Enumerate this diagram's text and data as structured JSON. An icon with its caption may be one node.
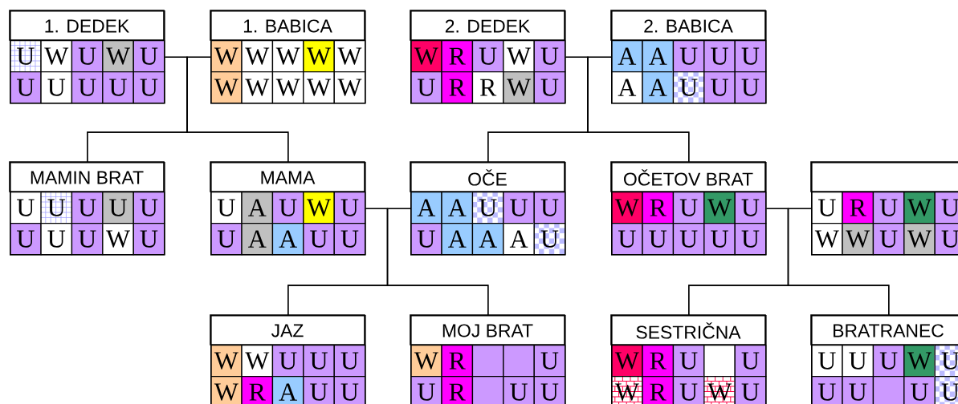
{
  "diagram": {
    "nodes": [
      {
        "text": [
          "1. DEDEK"
        ]
      },
      {
        "text": [
          "1. BABICA"
        ]
      },
      {
        "text": [
          "2. DEDEK"
        ]
      },
      {
        "text": [
          "2. BABICA"
        ]
      },
      {
        "text": [
          "MAMIN BRAT"
        ]
      },
      {
        "text": [
          "MAMA"
        ]
      },
      {
        "text": [
          "OČE"
        ]
      },
      {
        "text": [
          "OČETOV BRAT"
        ]
      },
      {
        "text": [],
        "shape": "box"
      },
      {
        "text": [
          "JAZ"
        ]
      },
      {
        "text": [
          "MOJ BRAT"
        ]
      },
      {
        "text": [
          "SESTRIČNA"
        ]
      },
      {
        "text": [
          "BRATRANEC"
        ]
      },
      {
        "text": [
          "U"
        ],
        "in": 0
      },
      {
        "text": [
          "W"
        ],
        "in": 0
      },
      {
        "text": [
          "U"
        ],
        "in": 0
      },
      {
        "text": [
          "W"
        ],
        "in": 0
      },
      {
        "text": [
          "U"
        ],
        "in": 0
      },
      {
        "text": [
          "U"
        ],
        "in": 0
      },
      {
        "text": [
          "U"
        ],
        "in": 0
      },
      {
        "text": [
          "U"
        ],
        "in": 0
      },
      {
        "text": [
          "U"
        ],
        "in": 0
      },
      {
        "text": [
          "U"
        ],
        "in": 0
      },
      {
        "text": [
          "W"
        ],
        "in": 1
      },
      {
        "text": [
          "W"
        ],
        "in": 1
      },
      {
        "text": [
          "W"
        ],
        "in": 1
      },
      {
        "text": [
          "W"
        ],
        "in": 1
      },
      {
        "text": [
          "W"
        ],
        "in": 1
      },
      {
        "text": [
          "W"
        ],
        "in": 1
      },
      {
        "text": [
          "W"
        ],
        "in": 1
      },
      {
        "text": [
          "W"
        ],
        "in": 1
      },
      {
        "text": [
          "W"
        ],
        "in": 1
      },
      {
        "text": [
          "W"
        ],
        "in": 1
      },
      {
        "text": [
          "W"
        ],
        "in": 2
      },
      {
        "text": [
          "R"
        ],
        "in": 2
      },
      {
        "text": [
          "U"
        ],
        "in": 2
      },
      {
        "text": [
          "W"
        ],
        "in": 2
      },
      {
        "text": [
          "U"
        ],
        "in": 2
      },
      {
        "text": [
          "U"
        ],
        "in": 2
      },
      {
        "text": [
          "R"
        ],
        "in": 2
      },
      {
        "text": [
          "R"
        ],
        "in": 2
      },
      {
        "text": [
          "W"
        ],
        "in": 2
      },
      {
        "text": [
          "U"
        ],
        "in": 2
      },
      {
        "text": [
          "A"
        ],
        "in": 3
      },
      {
        "text": [
          "A"
        ],
        "in": 3
      },
      {
        "text": [
          "U"
        ],
        "in": 3
      },
      {
        "text": [
          "U"
        ],
        "in": 3
      },
      {
        "text": [
          "U"
        ],
        "in": 3
      },
      {
        "text": [
          "A"
        ],
        "in": 3
      },
      {
        "text": [
          "A"
        ],
        "in": 3
      },
      {
        "text": [
          "U"
        ],
        "in": 3
      },
      {
        "text": [
          "U"
        ],
        "in": 3
      },
      {
        "text": [
          "U"
        ],
        "in": 3
      },
      {
        "text": [
          "U"
        ],
        "in": 4
      },
      {
        "text": [
          "U"
        ],
        "in": 4
      },
      {
        "text": [
          "U"
        ],
        "in": 4
      },
      {
        "text": [
          "U"
        ],
        "in": 4
      },
      {
        "text": [
          "U"
        ],
        "in": 4
      },
      {
        "text": [
          "U"
        ],
        "in": 4
      },
      {
        "text": [
          "U"
        ],
        "in": 4
      },
      {
        "text": [
          "U"
        ],
        "in": 4
      },
      {
        "text": [
          "W"
        ],
        "in": 4
      },
      {
        "text": [
          "U"
        ],
        "in": 4
      },
      {
        "text": [
          "U"
        ],
        "in": 5
      },
      {
        "text": [
          "A"
        ],
        "in": 5
      },
      {
        "text": [
          "U"
        ],
        "in": 5
      },
      {
        "text": [
          "W"
        ],
        "in": 5
      },
      {
        "text": [
          "U"
        ],
        "in": 5
      },
      {
        "text": [
          "U"
        ],
        "in": 5
      },
      {
        "text": [
          "A"
        ],
        "in": 5
      },
      {
        "text": [
          "A"
        ],
        "in": 5
      },
      {
        "text": [
          "U"
        ],
        "in": 5
      },
      {
        "text": [
          "U"
        ],
        "in": 5
      },
      {
        "text": [
          "A"
        ],
        "in": 6
      },
      {
        "text": [
          "A"
        ],
        "in": 6
      },
      {
        "text": [
          "U"
        ],
        "in": 6
      },
      {
        "text": [
          "U"
        ],
        "in": 6
      },
      {
        "text": [
          "U"
        ],
        "in": 6
      },
      {
        "text": [
          "U"
        ],
        "in": 6
      },
      {
        "text": [
          "A"
        ],
        "in": 6
      },
      {
        "text": [
          "A"
        ],
        "in": 6
      },
      {
        "text": [
          "A"
        ],
        "in": 6
      },
      {
        "text": [
          "U"
        ],
        "in": 6
      },
      {
        "text": [
          "W"
        ],
        "in": 7
      },
      {
        "text": [
          "R"
        ],
        "in": 7
      },
      {
        "text": [
          "U"
        ],
        "in": 7
      },
      {
        "text": [
          "W"
        ],
        "in": 7
      },
      {
        "text": [
          "U"
        ],
        "in": 7
      },
      {
        "text": [
          "U"
        ],
        "in": 7
      },
      {
        "text": [
          "U"
        ],
        "in": 7
      },
      {
        "text": [
          "U"
        ],
        "in": 7
      },
      {
        "text": [
          "U"
        ],
        "in": 7
      },
      {
        "text": [
          "U"
        ],
        "in": 7
      },
      {
        "text": [
          "U"
        ],
        "in": 8
      },
      {
        "text": [
          "R"
        ],
        "in": 8
      },
      {
        "text": [
          "U"
        ],
        "in": 8
      },
      {
        "text": [
          "W"
        ],
        "in": 8
      },
      {
        "text": [
          "U"
        ],
        "in": 8
      },
      {
        "text": [
          "W"
        ],
        "in": 8
      },
      {
        "text": [
          "W"
        ],
        "in": 8
      },
      {
        "text": [
          "U"
        ],
        "in": 8
      },
      {
        "text": [
          "W"
        ],
        "in": 8
      },
      {
        "text": [
          "U"
        ],
        "in": 8
      },
      {
        "text": [
          "W"
        ],
        "in": 9
      },
      {
        "text": [
          "W"
        ],
        "in": 9
      },
      {
        "text": [
          "U"
        ],
        "in": 9
      },
      {
        "text": [
          "U"
        ],
        "in": 9
      },
      {
        "text": [
          "U"
        ],
        "in": 9
      },
      {
        "text": [
          "W"
        ],
        "in": 9
      },
      {
        "text": [
          "R"
        ],
        "in": 9
      },
      {
        "text": [
          "A"
        ],
        "in": 9
      },
      {
        "text": [
          "U"
        ],
        "in": 9
      },
      {
        "text": [
          "U"
        ],
        "in": 9
      },
      {
        "text": [
          "W"
        ],
        "in": 10
      },
      {
        "text": [
          "R"
        ],
        "in": 10
      },
      {
        "text": [],
        "shape": "box",
        "in": 10
      },
      {
        "text": [],
        "shape": "box",
        "in": 10
      },
      {
        "text": [
          "U"
        ],
        "in": 10
      },
      {
        "text": [
          "U"
        ],
        "in": 10
      },
      {
        "text": [
          "R"
        ],
        "in": 10
      },
      {
        "text": [],
        "shape": "box",
        "in": 10
      },
      {
        "text": [
          "U"
        ],
        "in": 10
      },
      {
        "text": [
          "U"
        ],
        "in": 10
      },
      {
        "text": [
          "W"
        ],
        "in": 11
      },
      {
        "text": [
          "R"
        ],
        "in": 11
      },
      {
        "text": [
          "U"
        ],
        "in": 11
      },
      {
        "text": [],
        "shape": "box",
        "in": 11
      },
      {
        "text": [
          "U"
        ],
        "in": 11
      },
      {
        "text": [
          "W"
        ],
        "in": 11
      },
      {
        "text": [
          "R"
        ],
        "in": 11
      },
      {
        "text": [
          "U"
        ],
        "in": 11
      },
      {
        "text": [
          "W"
        ],
        "in": 11
      },
      {
        "text": [
          "U"
        ],
        "in": 11
      },
      {
        "text": [
          "U"
        ],
        "in": 12
      },
      {
        "text": [
          "U"
        ],
        "in": 12
      },
      {
        "text": [
          "U"
        ],
        "in": 12
      },
      {
        "text": [
          "W"
        ],
        "in": 12
      },
      {
        "text": [
          "U"
        ],
        "in": 12
      },
      {
        "text": [
          "U"
        ],
        "in": 12
      },
      {
        "text": [
          "U"
        ],
        "in": 12
      },
      {
        "text": [],
        "shape": "box",
        "in": 12
      },
      {
        "text": [
          "U"
        ],
        "in": 12
      },
      {
        "text": [
          "U"
        ],
        "in": 12
      }
    ],
    "edges": [
      {
        "from": 0,
        "to": 1,
        "arrow": "none"
      },
      {
        "from": 0,
        "to": 4,
        "arrow": "none"
      },
      {
        "from": 0,
        "to": 5,
        "arrow": "none"
      },
      {
        "from": 1,
        "to": 4,
        "arrow": "none"
      },
      {
        "from": 1,
        "to": 5,
        "arrow": "none"
      },
      {
        "from": 2,
        "to": 3,
        "arrow": "none"
      },
      {
        "from": 2,
        "to": 6,
        "arrow": "none"
      },
      {
        "from": 2,
        "to": 7,
        "arrow": "none"
      },
      {
        "from": 3,
        "to": 6,
        "arrow": "none"
      },
      {
        "from": 3,
        "to": 7,
        "arrow": "none"
      },
      {
        "from": 5,
        "to": 6,
        "arrow": "none"
      },
      {
        "from": 5,
        "to": 9,
        "arrow": "none"
      },
      {
        "from": 5,
        "to": 10,
        "arrow": "none"
      },
      {
        "from": 6,
        "to": 9,
        "arrow": "none"
      },
      {
        "from": 6,
        "to": 10,
        "arrow": "none"
      },
      {
        "from": 7,
        "to": 8,
        "arrow": "none"
      },
      {
        "from": 7,
        "to": 11,
        "arrow": "none"
      },
      {
        "from": 7,
        "to": 12,
        "arrow": "none"
      },
      {
        "from": 8,
        "to": 11,
        "arrow": "none"
      },
      {
        "from": 8,
        "to": 12,
        "arrow": "none"
      }
    ]
  }
}
